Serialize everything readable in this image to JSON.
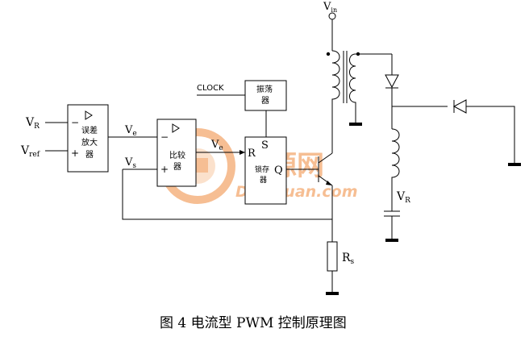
{
  "caption": "图 4  电流型 PWM 控制原理图",
  "labels": {
    "vin": "V",
    "vin_sub": "in",
    "clock": "CLOCK",
    "vr_in": "V",
    "vr_in_sub": "R",
    "vref": "V",
    "vref_sub": "ref",
    "minus": "−",
    "plus": "+",
    "ve1": "V",
    "ve1_sub": "e",
    "vs": "V",
    "vs_sub": "s",
    "ve2": "V",
    "ve2_sub": "e",
    "r": "R",
    "s": "S",
    "q": "Q",
    "rs": "R",
    "rs_sub": "s",
    "vr_out": "V",
    "vr_out_sub": "R"
  },
  "blocks": {
    "error_amp": [
      "误差",
      "放大",
      "器"
    ],
    "comparator": "比较",
    "comparator2": "器",
    "oscillator": [
      "振荡",
      "器"
    ],
    "latch": [
      "锁存",
      "器"
    ]
  },
  "watermark": {
    "name": "电源网",
    "url": "DianYuan.com"
  },
  "colors": {
    "watermark": "#f08a3c",
    "watermark_light": "#f8c9a3"
  }
}
